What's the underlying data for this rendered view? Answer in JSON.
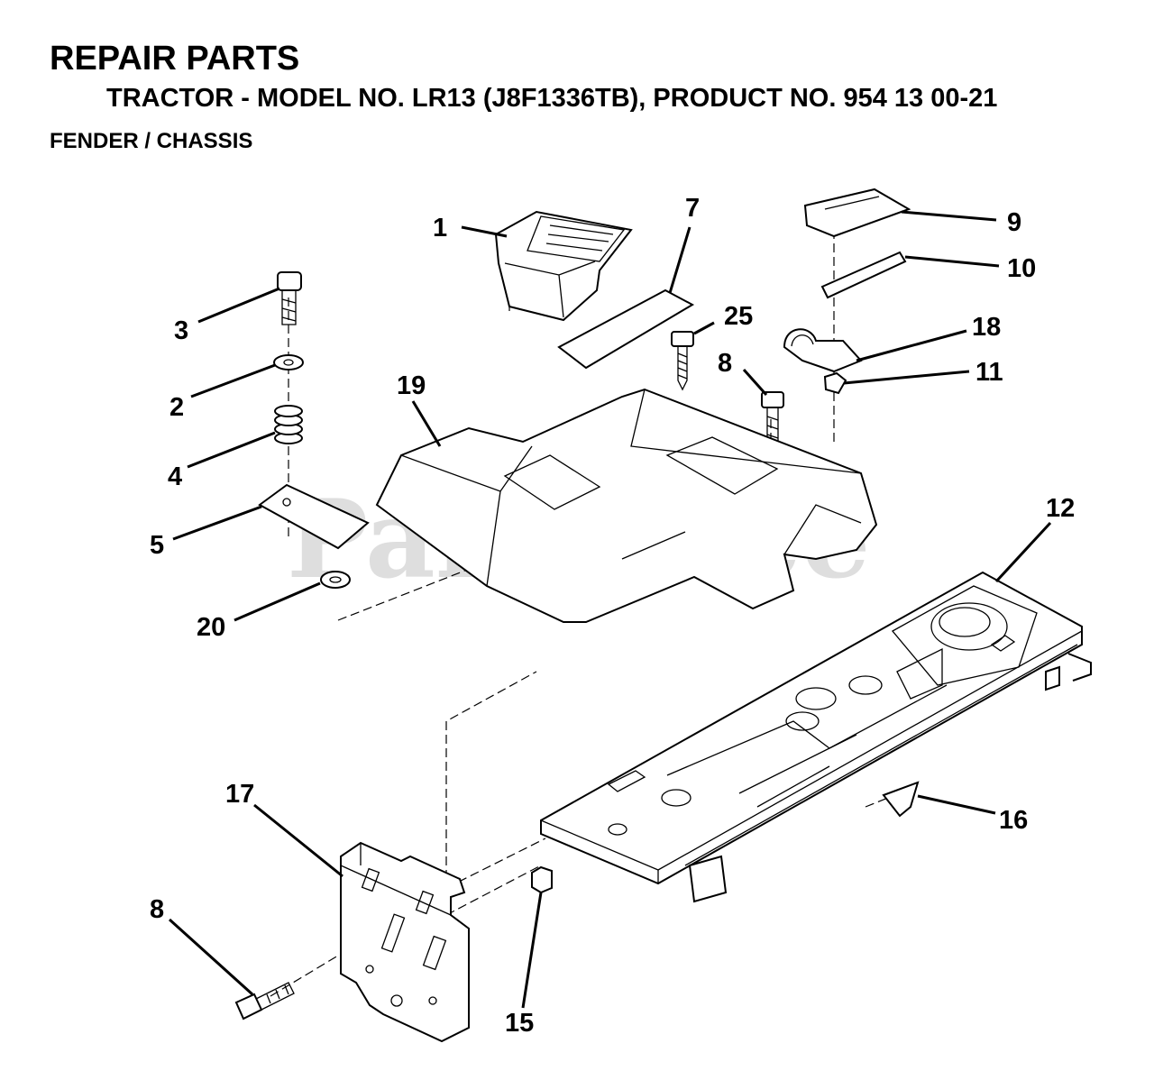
{
  "header": {
    "title": "REPAIR PARTS",
    "subtitle": "TRACTOR - MODEL NO. LR13 (J8F1336TB), PRODUCT NO. 954 13 00-21",
    "section": "FENDER / CHASSIS"
  },
  "watermark": "PartsTree",
  "callouts": [
    "1",
    "7",
    "9",
    "10",
    "3",
    "25",
    "18",
    "2",
    "8",
    "11",
    "19",
    "4",
    "5",
    "12",
    "20",
    "17",
    "16",
    "8",
    "15"
  ]
}
